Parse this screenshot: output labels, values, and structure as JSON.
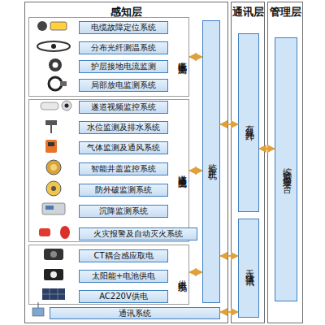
{
  "diagram": {
    "nodes": [
      {
        "text": [
          "感知层"
        ]
      },
      {
        "text": [
          "电缆本体监测"
        ],
        "in": 0
      },
      {
        "text": [
          "电缆故障定位系统"
        ],
        "in": 1
      },
      {
        "text": [
          "分布光纤测温系统"
        ],
        "in": 1
      },
      {
        "text": [
          "护层接地电流监测"
        ],
        "in": 1
      },
      {
        "text": [
          "局部放电监测系统"
        ],
        "in": 1
      },
      {
        "text": [
          "遂道环境监测"
        ],
        "in": 0
      },
      {
        "text": [
          "遂道视频监控系统"
        ],
        "in": 6
      },
      {
        "text": [
          "水位监测及排水系统"
        ],
        "in": 6
      },
      {
        "text": [
          "气体监测及通风系统"
        ],
        "in": 6
      },
      {
        "text": [
          "智能井盖监控系统"
        ],
        "in": 6
      },
      {
        "text": [
          "防外破监测系统"
        ],
        "in": 6
      },
      {
        "text": [
          "沉降监测系统"
        ],
        "in": 6
      },
      {
        "text": [
          "火灾报警及自动灭火系统"
        ],
        "in": 6
      },
      {
        "text": [
          "供电系统"
        ],
        "in": 0
      },
      {
        "text": [
          "CT耦合感应取电"
        ],
        "in": 14
      },
      {
        "text": [
          "太阳能+电池供电"
        ],
        "in": 14
      },
      {
        "text": [
          "AC220V供电"
        ],
        "in": 14
      },
      {
        "text": [
          "通讯系统"
        ],
        "in": 0
      },
      {
        "text": [
          "监控主机"
        ],
        "in": 0
      },
      {
        "text": [
          "通讯层"
        ]
      },
      {
        "text": [
          "有线光纤"
        ],
        "in": 20
      },
      {
        "text": [
          "无线通讯"
        ],
        "in": 20
      },
      {
        "text": [
          "管理层"
        ]
      },
      {
        "text": [
          "综合监控管理平台"
        ],
        "in": 23
      }
    ],
    "edges": [
      {
        "from": 1,
        "to": 19,
        "arrow": "both"
      },
      {
        "from": 6,
        "to": 19,
        "arrow": "both"
      },
      {
        "from": 14,
        "to": 19,
        "arrow": "both"
      },
      {
        "from": 18,
        "to": 22,
        "arrow": "both"
      },
      {
        "from": 19,
        "to": 21,
        "arrow": "both"
      },
      {
        "from": 19,
        "to": 22,
        "arrow": "both"
      },
      {
        "from": 21,
        "to": 24,
        "arrow": "both"
      }
    ]
  }
}
